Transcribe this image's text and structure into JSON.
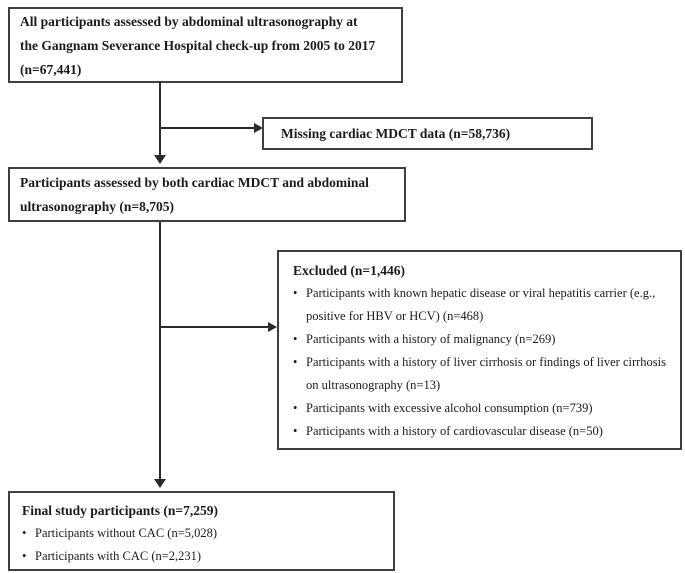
{
  "colors": {
    "border": "#3f3f3f",
    "text": "#1b1b1b",
    "arrow": "#2b2b2b",
    "background": "#ffffff"
  },
  "flowchart": {
    "box1": {
      "lines": [
        "All participants assessed by abdominal ultrasonography at",
        "the Gangnam Severance Hospital check-up from 2005 to 2017",
        "(n=67,441)"
      ]
    },
    "missing_box": {
      "label": "Missing cardiac MDCT data (n=58,736)"
    },
    "box2": {
      "lines": [
        "Participants assessed by both cardiac MDCT and abdominal",
        "ultrasonography (n=8,705)"
      ]
    },
    "excluded_box": {
      "title": "Excluded (n=1,446)",
      "items": [
        {
          "lines": [
            "Participants with known hepatic disease or viral hepatitis carrier (e.g.,",
            "positive for HBV or HCV) (n=468)"
          ]
        },
        {
          "lines": [
            "Participants with a history of malignancy (n=269)"
          ]
        },
        {
          "lines": [
            "Participants with a history of liver cirrhosis or findings of liver cirrhosis",
            "on ultrasonography (n=13)"
          ]
        },
        {
          "lines": [
            "Participants with excessive alcohol consumption (n=739)"
          ]
        },
        {
          "lines": [
            "Participants with a history of cardiovascular disease (n=50)"
          ]
        }
      ]
    },
    "final_box": {
      "title": "Final study participants (n=7,259)",
      "items": [
        {
          "lines": [
            "Participants without CAC (n=5,028)"
          ]
        },
        {
          "lines": [
            "Participants with CAC (n=2,231)"
          ]
        }
      ]
    }
  }
}
